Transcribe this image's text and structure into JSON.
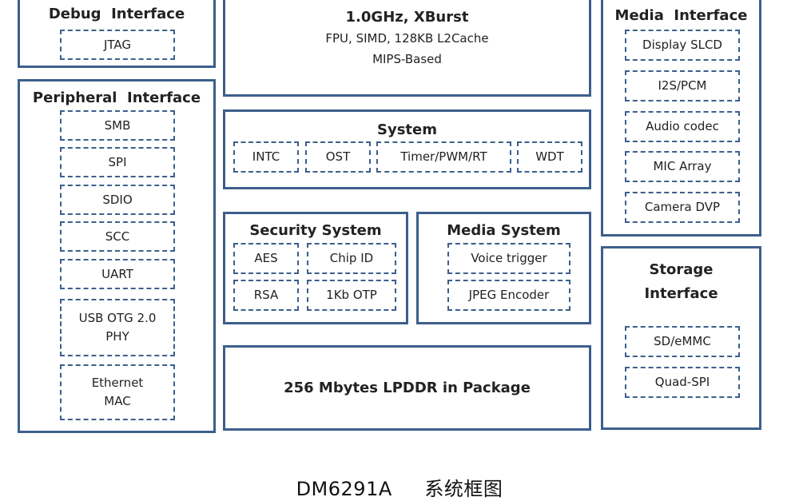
{
  "debug_interface": {
    "title": "Debug  Interface",
    "items": [
      "JTAG"
    ]
  },
  "peripheral_interface": {
    "title": "Peripheral  Interface",
    "items": [
      "SMB",
      "SPI",
      "SDIO",
      "SCC",
      "UART",
      "USB OTG 2.0\nPHY",
      "Ethernet\nMAC"
    ]
  },
  "cpu": {
    "title": "1.0GHz, XBurst",
    "line1": "FPU, SIMD, 128KB L2Cache",
    "line2": "MIPS-Based"
  },
  "system": {
    "title": "System",
    "items": [
      "INTC",
      "OST",
      "Timer/PWM/RT",
      "WDT"
    ]
  },
  "security_system": {
    "title": "Security System",
    "items": [
      "AES",
      "Chip ID",
      "RSA",
      "1Kb OTP"
    ]
  },
  "media_system": {
    "title": "Media System",
    "items": [
      "Voice trigger",
      "JPEG Encoder"
    ]
  },
  "memory": {
    "title": "256 Mbytes LPDDR in Package"
  },
  "media_interface": {
    "title": "Media  Interface",
    "items": [
      "Display SLCD",
      "I2S/PCM",
      "Audio codec",
      "MIC Array",
      "Camera DVP"
    ]
  },
  "storage_interface": {
    "title": "Storage\nInterface",
    "items": [
      "SD/eMMC",
      "Quad-SPI"
    ]
  },
  "caption": "DM6291A     系统框图",
  "colors": {
    "border": "#3c5f8c",
    "text": "#222222"
  }
}
